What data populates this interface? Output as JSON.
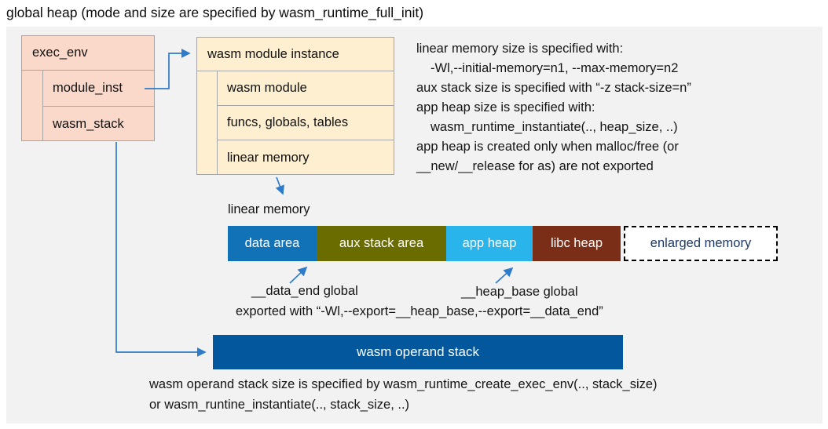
{
  "title": "global heap (mode and size are specified by wasm_runtime_full_init)",
  "exec_env": {
    "title": "exec_env",
    "rows": [
      "module_inst",
      "wasm_stack"
    ]
  },
  "module_instance": {
    "title": "wasm module instance",
    "rows": [
      "wasm module",
      "funcs, globals, tables",
      "linear memory"
    ]
  },
  "notes_right": {
    "lines": [
      "linear memory size is specified with:",
      "-Wl,--initial-memory=n1, --max-memory=n2",
      "aux stack size is specified with “-z stack-size=n”",
      "app heap size is specified with:",
      "wasm_runtime_instantiate(.., heap_size, ..)",
      "app heap is created only when malloc/free (or",
      "__new/__release for as) are not exported"
    ]
  },
  "linear_memory": {
    "label": "linear memory",
    "segments": [
      {
        "label": "data area",
        "color": "#1272B8",
        "text_color": "#FFFFFF"
      },
      {
        "label": "aux stack area",
        "color": "#6B6C00",
        "text_color": "#FFFFFF"
      },
      {
        "label": "app heap",
        "color": "#29B5EB",
        "text_color": "#FFFFFF"
      },
      {
        "label": "libc heap",
        "color": "#7B2E17",
        "text_color": "#FFFFFF"
      },
      {
        "label": "enlarged memory",
        "color": "#FFFFFF",
        "text_color": "#1F3864",
        "border": "dashed"
      }
    ]
  },
  "annotations": {
    "data_end": "__data_end global",
    "heap_base": "__heap_base global",
    "exported": "exported with “-Wl,--export=__heap_base,--export=__data_end”"
  },
  "operand_stack": {
    "label": "wasm operand stack",
    "color": "#03589D"
  },
  "notes_bottom": {
    "lines": [
      "wasm operand stack size is specified by wasm_runtime_create_exec_env(.., stack_size)",
      "or wasm_runtine_instantiate(.., stack_size, ..)"
    ]
  },
  "colors": {
    "canvas": "#F2F2F2",
    "struct_box_fill": "#FBD9CA",
    "instance_box_fill": "#FDEFD0",
    "box_border": "#A6A6A6",
    "arrow": "#2E7BC9"
  }
}
